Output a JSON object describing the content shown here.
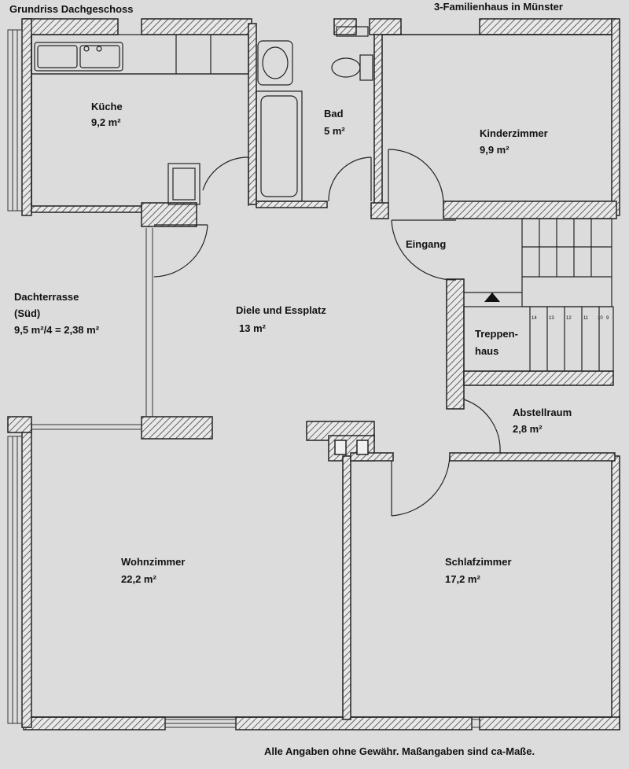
{
  "header": {
    "left_title": "Grundriss Dachgeschoss",
    "right_title": "3-Familienhaus in Münster"
  },
  "footer": {
    "note": "Alle Angaben ohne Gewähr. Maßangaben sind ca-Maße."
  },
  "rooms": {
    "kueche": {
      "name": "Küche",
      "area": "9,2 m²"
    },
    "bad": {
      "name": "Bad",
      "area": "5 m²"
    },
    "kinderzimmer": {
      "name": "Kinderzimmer",
      "area": "9,9 m²"
    },
    "eingang": {
      "name": "Eingang"
    },
    "dachterrasse": {
      "name": "Dachterrasse",
      "orientation": "(Süd)",
      "area": "9,5 m²/4 = 2,38 m²"
    },
    "diele": {
      "name": "Diele und Essplatz",
      "area": "13 m²"
    },
    "treppenhaus": {
      "name_line1": "Treppen-",
      "name_line2": "haus"
    },
    "abstellraum": {
      "name": "Abstellraum",
      "area": "2,8 m²"
    },
    "wohnzimmer": {
      "name": "Wohnzimmer",
      "area": "22,2 m²"
    },
    "schlafzimmer": {
      "name": "Schlafzimmer",
      "area": "17,2 m²"
    }
  },
  "stairs": {
    "step_numbers": [
      "14",
      "13",
      "12",
      "11",
      "10",
      "9"
    ]
  },
  "colors": {
    "background": "#dcdcdc",
    "wall": "#222222",
    "hatch": "#555555"
  }
}
